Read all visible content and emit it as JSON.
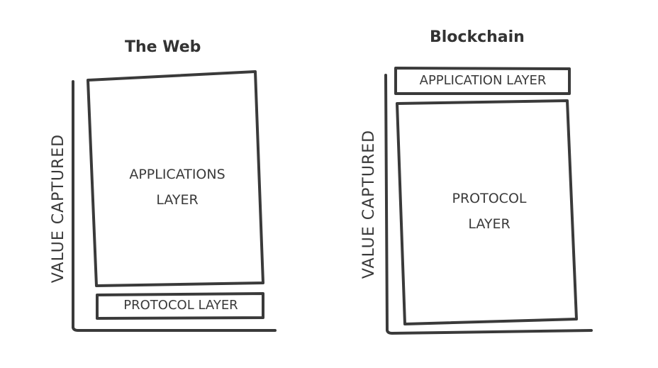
{
  "diagrams": {
    "web": {
      "title": "The Web",
      "axis_label": "VALUE CAPTURED",
      "large_box": {
        "line1": "APPLICATIONS",
        "line2": "LAYER"
      },
      "small_box": "PROTOCOL LAYER"
    },
    "blockchain": {
      "title": "Blockchain",
      "axis_label": "VALUE CAPTURED",
      "small_box": "APPLICATION LAYER",
      "large_box": {
        "line1": "PROTOCOL",
        "line2": "LAYER"
      }
    }
  },
  "colors": {
    "stroke": "#3a3a3a",
    "text": "#3a3a3a",
    "background": "#ffffff"
  }
}
